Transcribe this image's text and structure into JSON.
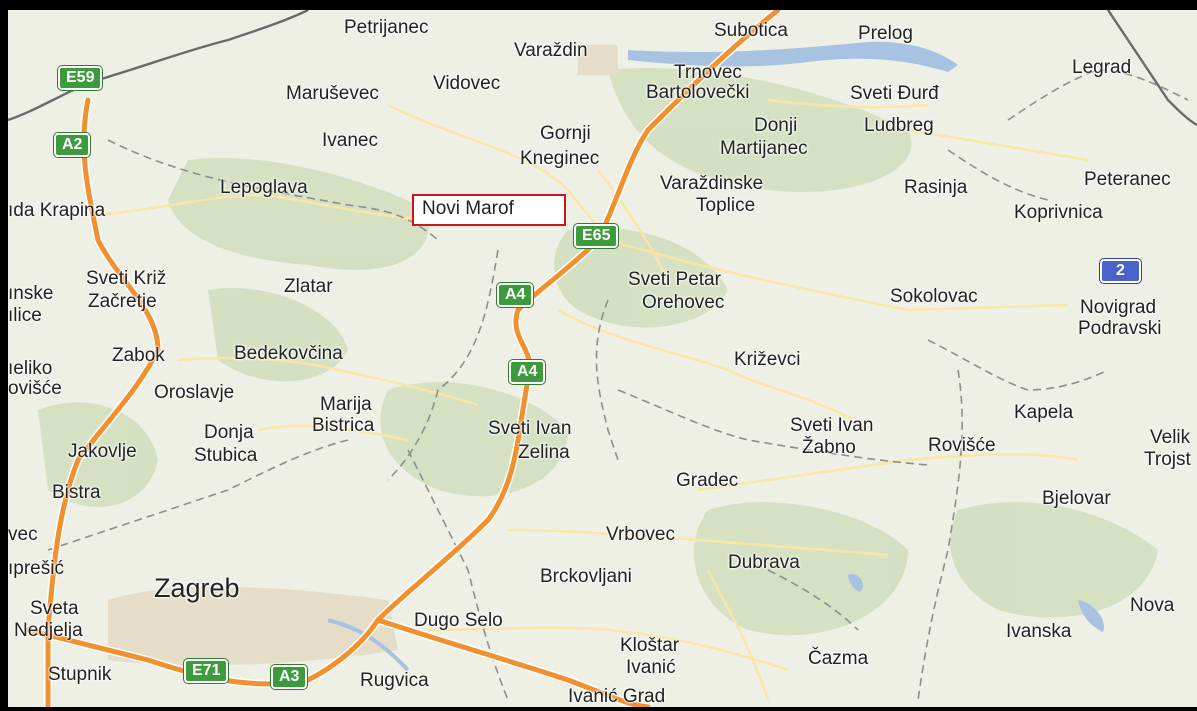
{
  "map": {
    "highlight": "Novi Marof",
    "colors": {
      "motorway": "#f0902e",
      "highlight_border": "#d0141c",
      "shield_green": "#3d9a3d",
      "shield_blue": "#4b63c8",
      "water": "#a8c2e2",
      "forest": "#d3dfc0"
    },
    "labels": {
      "petrijanec": "Petrijanec",
      "varazdin": "Varaždin",
      "subotica": "Subotica",
      "prelog": "Prelog",
      "trnovec": "Trnovec",
      "bartolovecki": "Bartolovečki",
      "legrad": "Legrad",
      "marusevec": "Maruševec",
      "vidovec": "Vidovec",
      "sveti_durd": "Sveti Đurđ",
      "ivanec": "Ivanec",
      "gornji": "Gornji",
      "kneginec": "Kneginec",
      "donji": "Donji",
      "martijanec": "Martijanec",
      "ludbreg": "Ludbreg",
      "lepoglava": "Lepoglava",
      "varazdinske": "Varaždinske",
      "toplice": "Toplice",
      "rasinja": "Rasinja",
      "peteranec": "Peteranec",
      "krapina": "ıda Krapina",
      "koprivnica": "Koprivnica",
      "sveti_kriz": "Sveti Križ",
      "zacretje": "Začretje",
      "zlatar": "Zlatar",
      "sveti_petar": "Sveti Petar",
      "orehovec": "Orehovec",
      "sokolovac": "Sokolovac",
      "inske": "ınske",
      "lice": "ılice",
      "novigrad": "Novigrad",
      "podravski": "Podravski",
      "zabok": "Zabok",
      "bedekovcina": "Bedekovčina",
      "krizevci": "Križevci",
      "veliko": "ıeliko",
      "ovisce": "ovišće",
      "oroslavje": "Oroslavje",
      "marija": "Marija",
      "bistrica": "Bistrica",
      "kapela": "Kapela",
      "donja": "Donja",
      "stubica": "Stubica",
      "jakovlje": "Jakovlje",
      "sveti_ivan_z1": "Sveti Ivan",
      "zelina": "Zelina",
      "sveti_ivan_z2": "Sveti Ivan",
      "zabno": "Žabno",
      "rovisce": "Rovišće",
      "velik": "Velik",
      "trojst": "Trojst",
      "bistra": "Bistra",
      "gradec": "Gradec",
      "bjelovar": "Bjelovar",
      "vec": "vec",
      "vrbovec": "Vrbovec",
      "zapresic": "ıprešić",
      "dubrava": "Dubrava",
      "brckovljani": "Brckovljani",
      "zagreb": "Zagreb",
      "sveta": "Sveta",
      "nedjelja": "Nedjelja",
      "dugo_selo": "Dugo Selo",
      "nova": "Nova",
      "ivanska": "Ivanska",
      "klostar": "Kloštar",
      "ivanic": "Ivanić",
      "cazma": "Čazma",
      "stupnik": "Stupnik",
      "rugvica": "Rugvica",
      "ivanic_grad": "Ivanić Grad"
    },
    "shields": {
      "e59": "E59",
      "a2": "A2",
      "e65": "E65",
      "a4_n": "A4",
      "a4_s": "A4",
      "two": "2",
      "e71": "E71",
      "a3": "A3"
    }
  }
}
